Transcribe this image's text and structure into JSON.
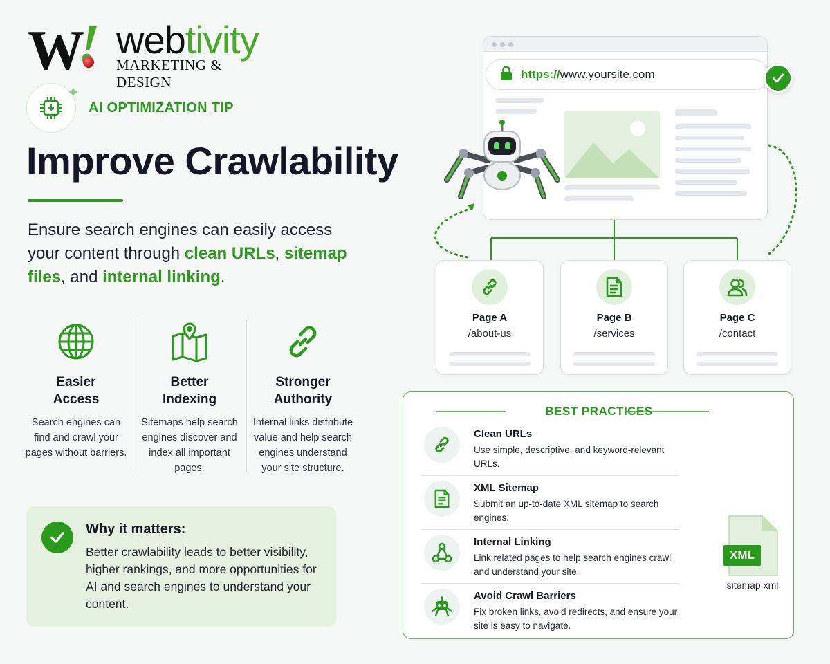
{
  "brand": {
    "logo_mark": "W",
    "logo_web": "web",
    "logo_tivity": "tivity",
    "logo_sub": "MARKETING & DESIGN",
    "primary_color": "#2a9a1d",
    "light_green": "#e4f1df"
  },
  "tip": {
    "label": "AI OPTIMIZATION TIP",
    "icon": "ai-chip-icon"
  },
  "hero": {
    "title": "Improve Crawlability",
    "intro": {
      "part1": "Ensure search engines can easily access your content through ",
      "hl1": "clean URLs",
      "sep1": ", ",
      "hl2": "sitemap files",
      "sep2": ", and ",
      "hl3": "internal linking",
      "end": "."
    }
  },
  "features": [
    {
      "icon": "globe-icon",
      "title_l1": "Easier",
      "title_l2": "Access",
      "desc": "Search engines can find and crawl your pages without barriers."
    },
    {
      "icon": "map-pin-icon",
      "title_l1": "Better",
      "title_l2": "Indexing",
      "desc": "Sitemaps help search engines discover and index all important pages."
    },
    {
      "icon": "link-icon",
      "title_l1": "Stronger",
      "title_l2": "Authority",
      "desc": "Internal links distribute value and help search engines understand your site structure."
    }
  ],
  "why": {
    "title": "Why it matters:",
    "text": "Better crawlability leads to better visibility, higher rankings, and more opportunities for AI and search engines to understand your content."
  },
  "browser": {
    "url_scheme": "https://",
    "url_host": "www.yoursite.com"
  },
  "pages": [
    {
      "icon": "link-icon",
      "title": "Page A",
      "path": "/about-us"
    },
    {
      "icon": "document-icon",
      "title": "Page B",
      "path": "/services"
    },
    {
      "icon": "users-icon",
      "title": "Page C",
      "path": "/contact"
    }
  ],
  "best_practices": {
    "heading": "BEST PRACTICES",
    "items": [
      {
        "icon": "link-icon",
        "title": "Clean URLs",
        "desc": "Use simple, descriptive, and keyword-relevant URLs."
      },
      {
        "icon": "document-icon",
        "title": "XML Sitemap",
        "desc": "Submit an up-to-date XML sitemap to search engines."
      },
      {
        "icon": "network-icon",
        "title": "Internal Linking",
        "desc": "Link related pages to help search engines crawl and understand your site."
      },
      {
        "icon": "robot-icon",
        "title": "Avoid Crawl Barriers",
        "desc": "Fix broken links, avoid redirects, and ensure your site is easy to navigate."
      }
    ]
  },
  "sitemap_file": {
    "tag": "XML",
    "name": "sitemap.xml"
  }
}
